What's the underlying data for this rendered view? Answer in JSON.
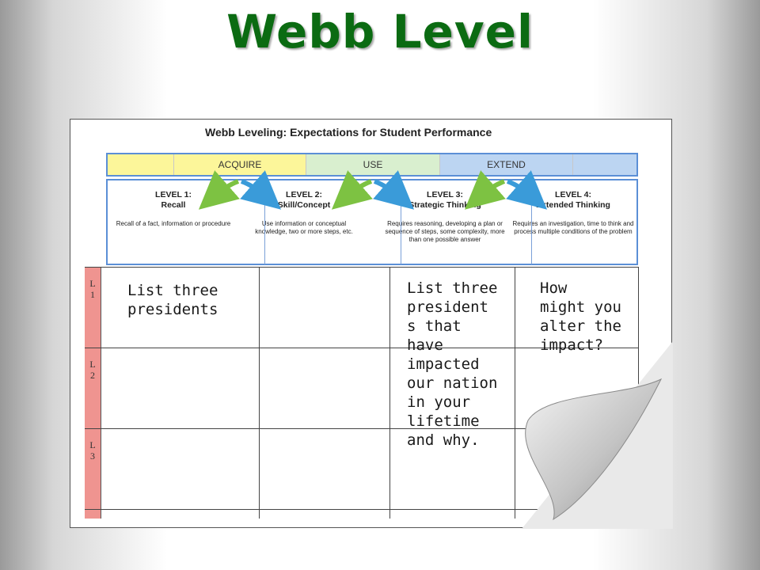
{
  "title": "Webb Level",
  "sheet": {
    "heading": "Webb Leveling:  Expectations for Student Performance",
    "bands": [
      "",
      "ACQUIRE",
      "USE",
      "EXTEND",
      ""
    ],
    "band_colors": [
      "#fcf69a",
      "#fcf69a",
      "#d9efcf",
      "#bcd5f2",
      "#bcd5f2"
    ],
    "levels": [
      {
        "name_1": "LEVEL 1:",
        "name_2": "Recall",
        "desc": "Recall of a fact, information or procedure"
      },
      {
        "name_1": "LEVEL 2:",
        "name_2": "Skill/Concept",
        "desc": "Use information or conceptual knowledge, two or more steps, etc."
      },
      {
        "name_1": "LEVEL 3:",
        "name_2": "Strategic Thinking",
        "desc": "Requires reasoning, developing a plan or sequence of steps, some complexity, more than one possible answer"
      },
      {
        "name_1": "LEVEL 4:",
        "name_2": "Extended Thinking",
        "desc": "Requires an investigation, time to think and process multiple conditions of the problem"
      }
    ],
    "row_labels": [
      {
        "l": "L",
        "n": "1"
      },
      {
        "l": "L",
        "n": "2"
      },
      {
        "l": "L",
        "n": "3"
      }
    ],
    "cells": {
      "l1_c1": "List three\npresidents",
      "l1_c3": "List three\npresident\ns that\nhave\nimpacted\nour nation\nin your\nlifetime\nand why.",
      "l1_c4": "How\nmight you\nalter the\nimpact?"
    }
  }
}
